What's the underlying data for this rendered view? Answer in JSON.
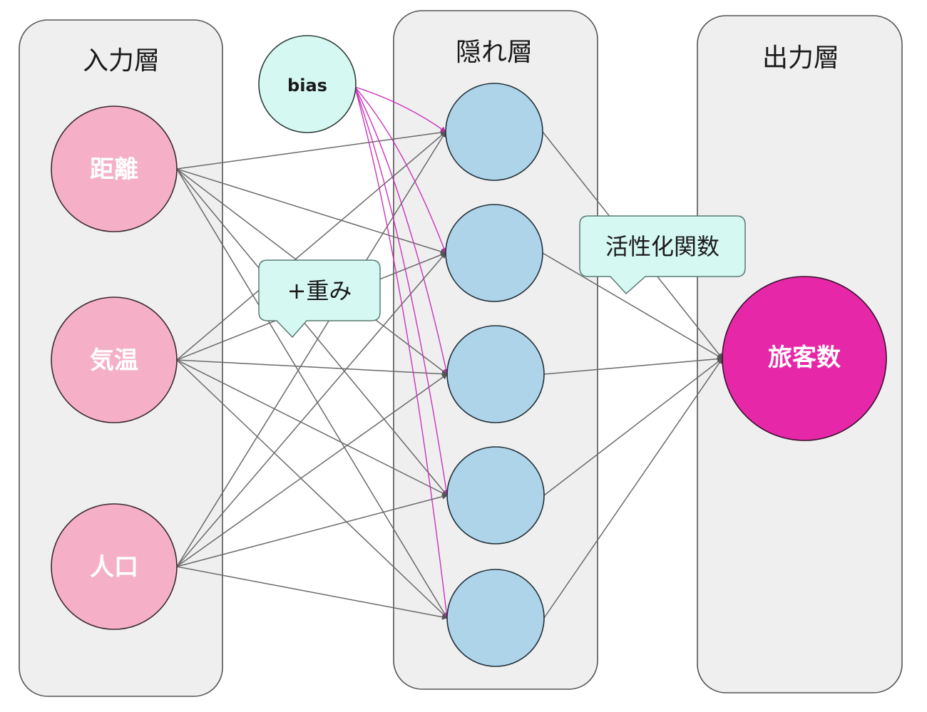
{
  "layers": {
    "input": {
      "title": "入力層",
      "nodes": [
        "距離",
        "気温",
        "人口"
      ]
    },
    "hidden": {
      "title": "隠れ層",
      "node_count": 5
    },
    "output": {
      "title": "出力層",
      "nodes": [
        "旅客数"
      ]
    }
  },
  "bias": {
    "label": "bias"
  },
  "callouts": {
    "weights": "+重み",
    "activation": "活性化関数"
  },
  "colors": {
    "panel": "#efefef",
    "input_node": "#f5afc6",
    "hidden_node": "#aed4ea",
    "output_node": "#e627a7",
    "bias_node": "#d6f8f2",
    "edge": "#6a6a6a",
    "bias_edge": "#cc33bb",
    "callout": "#d6f8f2"
  }
}
